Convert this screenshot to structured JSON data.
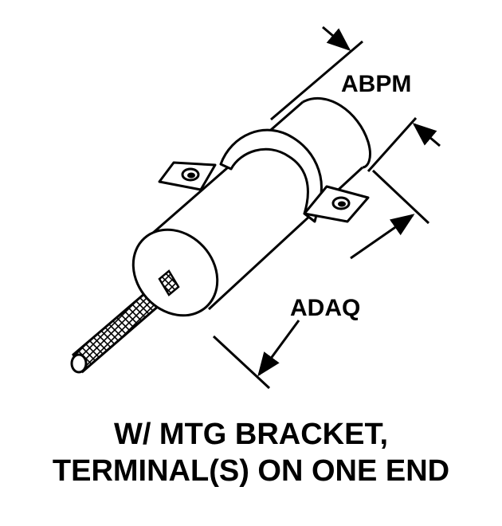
{
  "dimensions": {
    "top_label": "ABPM",
    "side_label": "ADAQ"
  },
  "caption": {
    "line1": "W/ MTG BRACKET,",
    "line2": "TERMINAL(S) ON ONE END"
  }
}
